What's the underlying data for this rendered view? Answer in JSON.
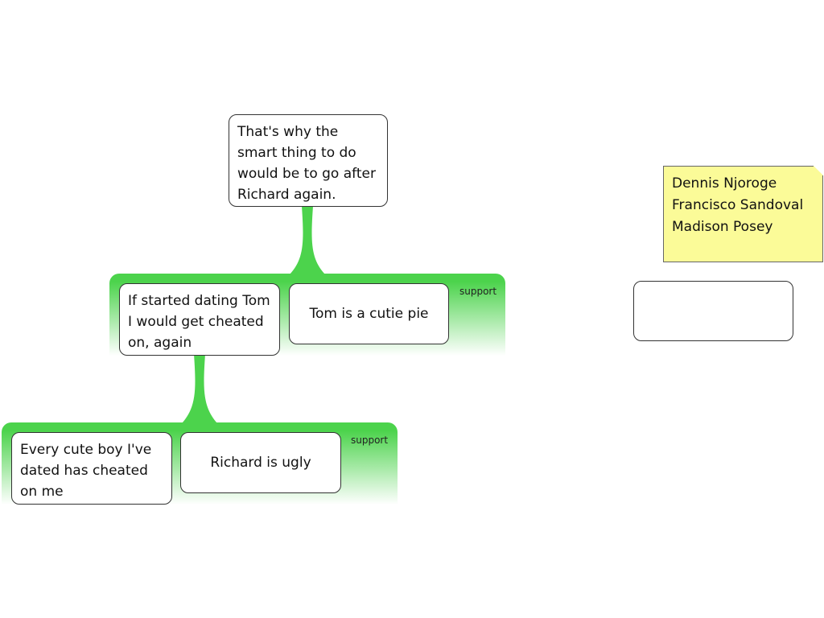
{
  "diagram": {
    "root": {
      "text": "That's why the smart thing to do would be to go after Richard again."
    },
    "support_group_1": {
      "label": "support",
      "premise_1": "If started dating Tom I would get cheated on, again",
      "premise_2": "Tom is a cutie pie"
    },
    "support_group_2": {
      "label": "support",
      "premise_1": "Every cute boy I've dated has cheated on me",
      "premise_2": "Richard is ugly"
    },
    "note": {
      "text": "Dennis Njoroge Francisco Sandoval Madison Posey"
    },
    "empty_box": {
      "text": ""
    },
    "colors": {
      "link_green": "#4cd34c",
      "note_yellow": "#fbfb98",
      "box_border": "#333333"
    }
  }
}
